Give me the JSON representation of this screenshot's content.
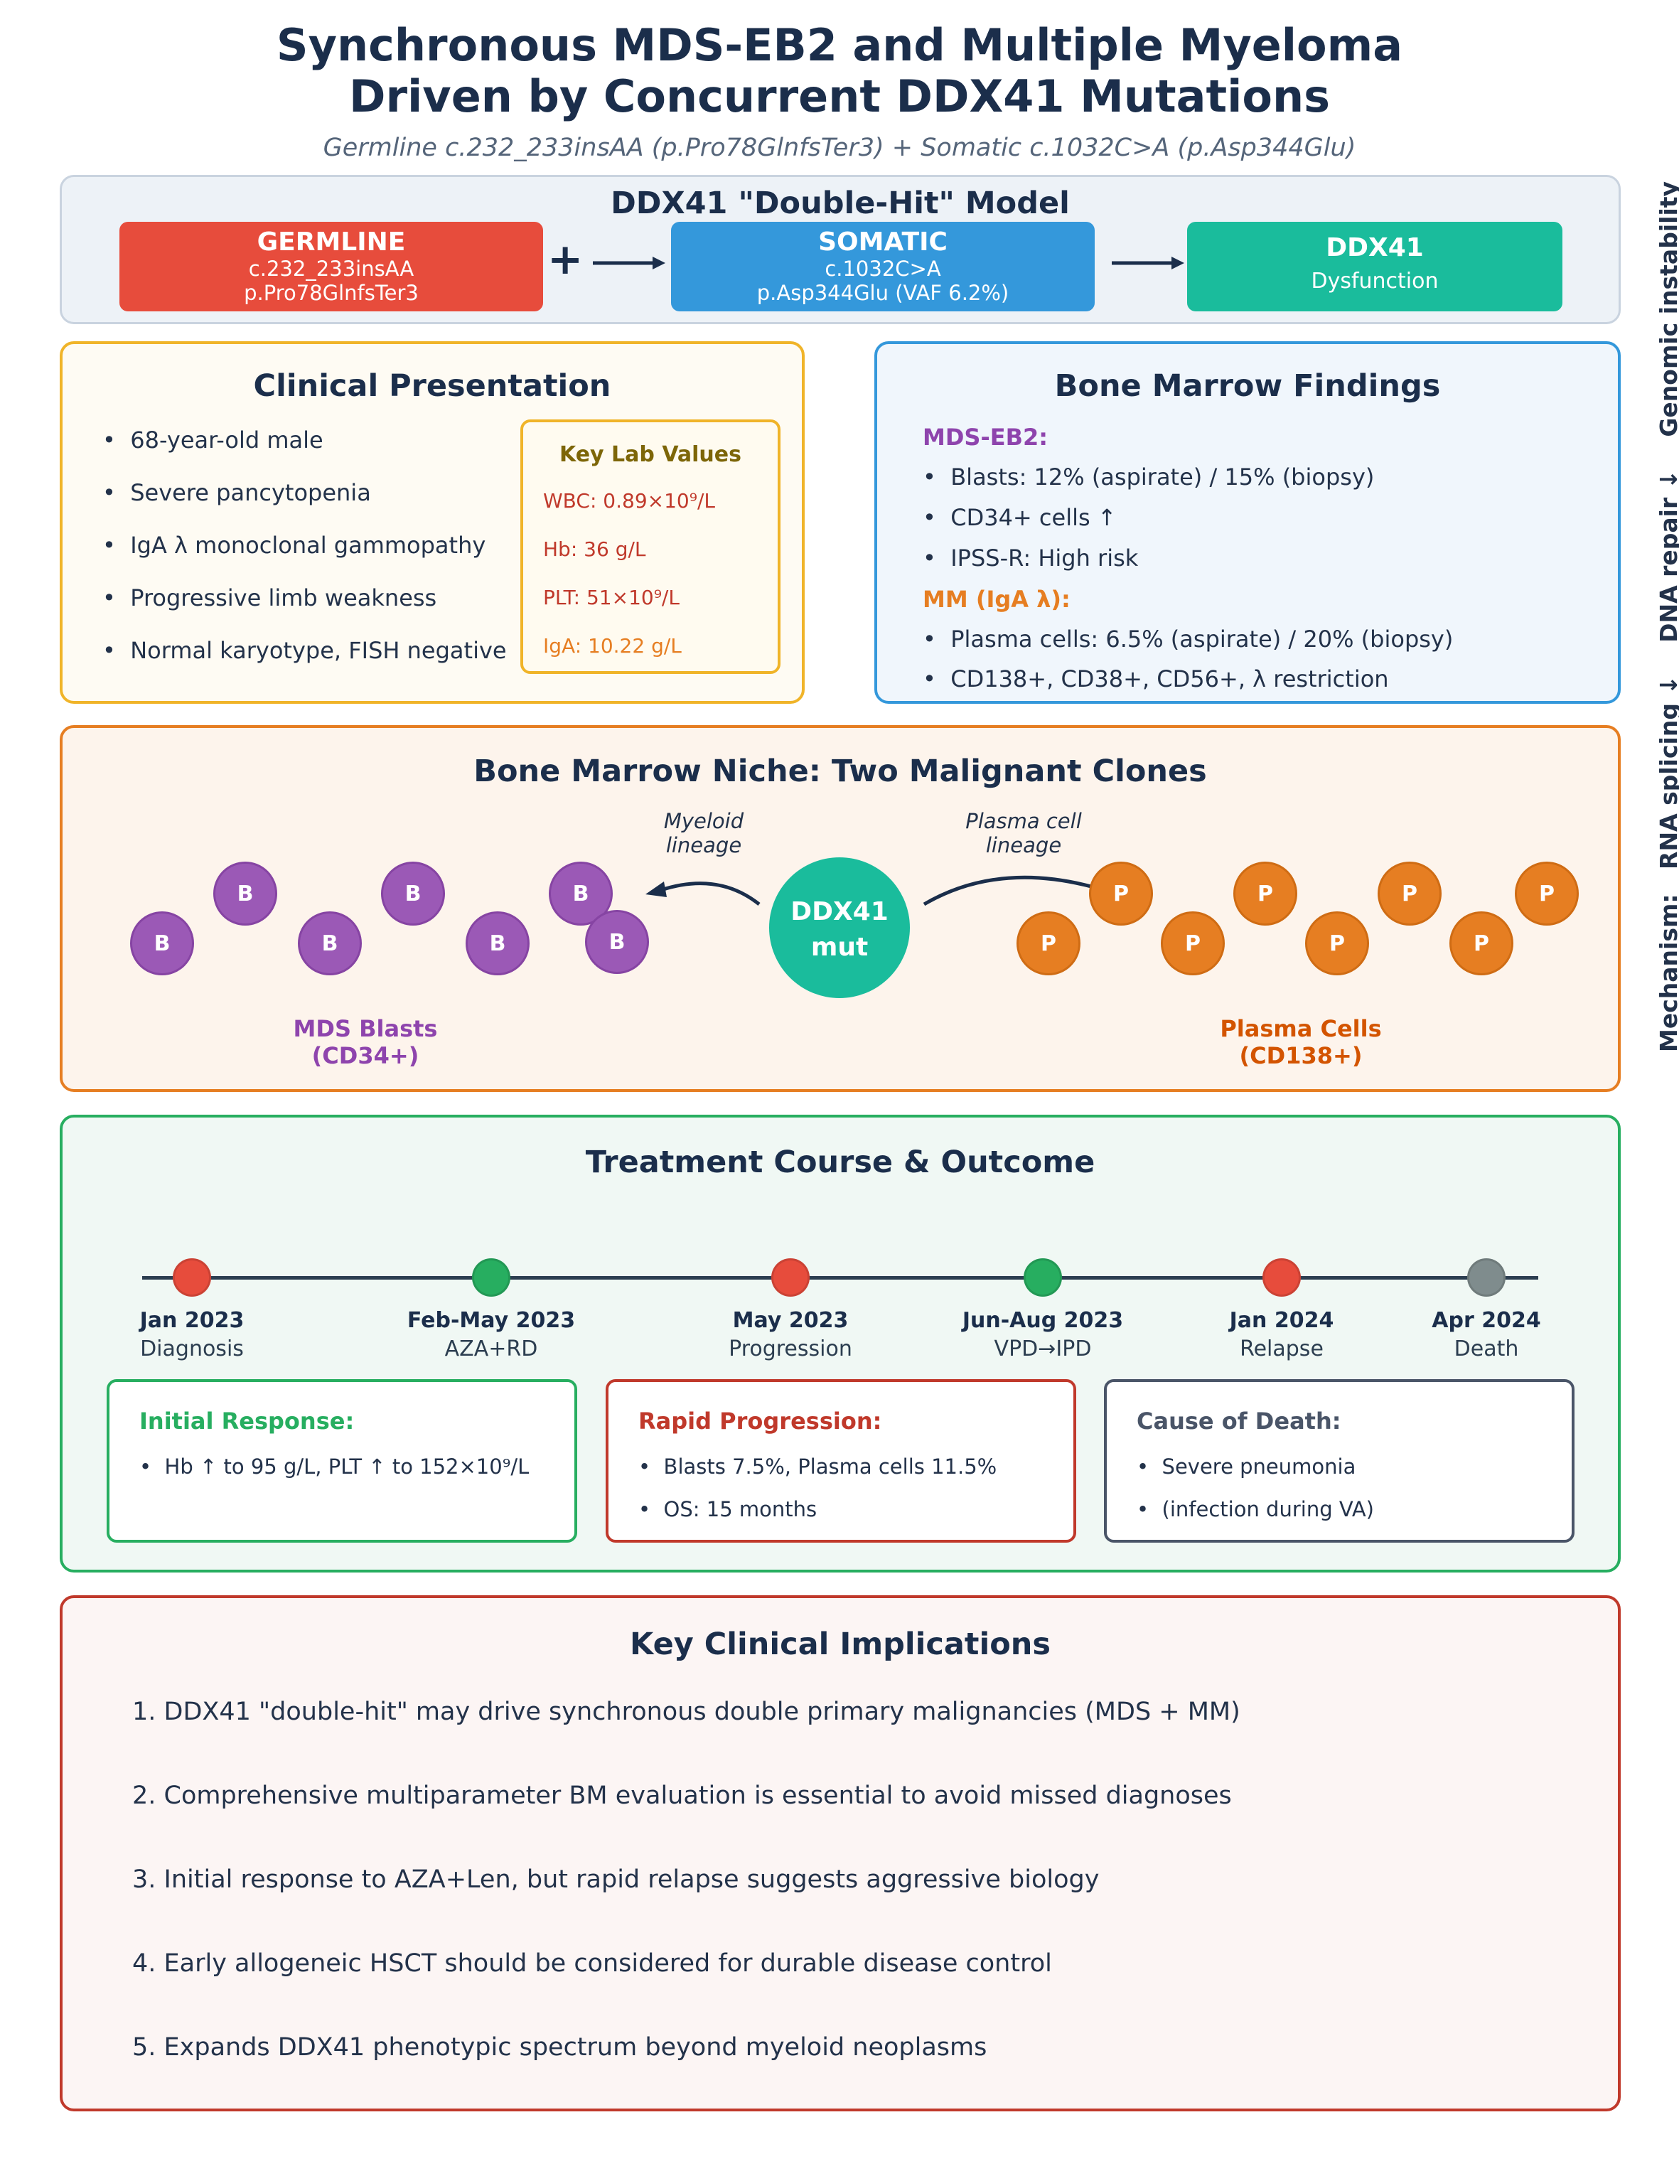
{
  "title_line1": "Synchronous MDS-EB2 and Multiple Myeloma",
  "title_line2": "Driven by Concurrent DDX41 Mutations",
  "subtitle": "Germline c.232_233insAA (p.Pro78GlnfsTer3)  +  Somatic c.1032C>A (p.Asp344Glu)",
  "model": {
    "title": "DDX41 \"Double-Hit\" Model",
    "plus": "+",
    "germline": {
      "head": "GERMLINE",
      "line1": "c.232_233insAA",
      "line2": "p.Pro78GlnfsTer3",
      "color": "#e74c3c"
    },
    "somatic": {
      "head": "SOMATIC",
      "line1": "c.1032C>A",
      "line2": "p.Asp344Glu (VAF 6.2%)",
      "color": "#3498db"
    },
    "result": {
      "head": "DDX41",
      "line1": "Dysfunction",
      "color": "#1abc9c"
    }
  },
  "clinical": {
    "title": "Clinical Presentation",
    "bullets": [
      "68-year-old male",
      "Severe pancytopenia",
      "IgA λ monoclonal gammopathy",
      "Progressive limb weakness",
      "Normal karyotype, FISH negative"
    ],
    "labs": {
      "title": "Key Lab Values",
      "items": [
        "WBC: 0.89×10⁹/L",
        "Hb: 36 g/L",
        "PLT: 51×10⁹/L",
        "IgA: 10.22 g/L"
      ]
    }
  },
  "marrow": {
    "title": "Bone Marrow Findings",
    "mds_head": "MDS-EB2:",
    "mds_items": [
      "Blasts: 12% (aspirate) / 15% (biopsy)",
      "CD34+ cells ↑",
      "IPSS-R: High risk"
    ],
    "mm_head": "MM (IgA λ):",
    "mm_items": [
      "Plasma cells: 6.5% (aspirate) / 20% (biopsy)",
      "CD138+, CD38+, CD56+, λ restriction"
    ]
  },
  "niche": {
    "title": "Bone Marrow Niche: Two Malignant Clones",
    "center_line1": "DDX41",
    "center_line2": "mut",
    "myeloid_line1": "Myeloid",
    "myeloid_line2": "lineage",
    "plasma_line1": "Plasma cell",
    "plasma_line2": "lineage",
    "blast_letter": "B",
    "plasma_letter": "P",
    "mds_label_1": "MDS Blasts",
    "mds_label_2": "(CD34+)",
    "pc_label_1": "Plasma Cells",
    "pc_label_2": "(CD138+)"
  },
  "treatment": {
    "title": "Treatment Course & Outcome",
    "events": [
      {
        "date": "Jan 2023",
        "label": "Diagnosis",
        "color": "#e74c3c"
      },
      {
        "date": "Feb-May 2023",
        "label": "AZA+RD",
        "color": "#27ae60"
      },
      {
        "date": "May 2023",
        "label": "Progression",
        "color": "#e74c3c"
      },
      {
        "date": "Jun-Aug 2023",
        "label": "VPD→IPD",
        "color": "#27ae60"
      },
      {
        "date": "Jan 2024",
        "label": "Relapse",
        "color": "#e74c3c"
      },
      {
        "date": "Apr 2024",
        "label": "Death",
        "color": "#7f8c8d"
      }
    ],
    "boxes": [
      {
        "head": "Initial Response:",
        "items": [
          "Hb ↑ to 95 g/L, PLT ↑ to 152×10⁹/L"
        ],
        "color": "#27ae60"
      },
      {
        "head": "Rapid Progression:",
        "items": [
          "Blasts 7.5%, Plasma cells 11.5%",
          "OS: 15 months"
        ],
        "color": "#c0392b"
      },
      {
        "head": "Cause of Death:",
        "items": [
          "Severe pneumonia",
          "(infection during VA)"
        ],
        "color": "#4a5568"
      }
    ]
  },
  "implications": {
    "title": "Key Clinical Implications",
    "items": [
      "1.  DDX41 \"double-hit\" may drive synchronous double primary malignancies (MDS + MM)",
      "2.  Comprehensive multiparameter BM evaluation is essential to avoid missed diagnoses",
      "3.  Initial response to AZA+Len, but rapid relapse suggests aggressive biology",
      "4.  Early allogeneic HSCT should be considered for durable disease control",
      "5.  Expands DDX41 phenotypic spectrum beyond myeloid neoplasms"
    ]
  },
  "mechanism": "Mechanism:   RNA splicing ↓    DNA repair ↓    Genomic instability"
}
